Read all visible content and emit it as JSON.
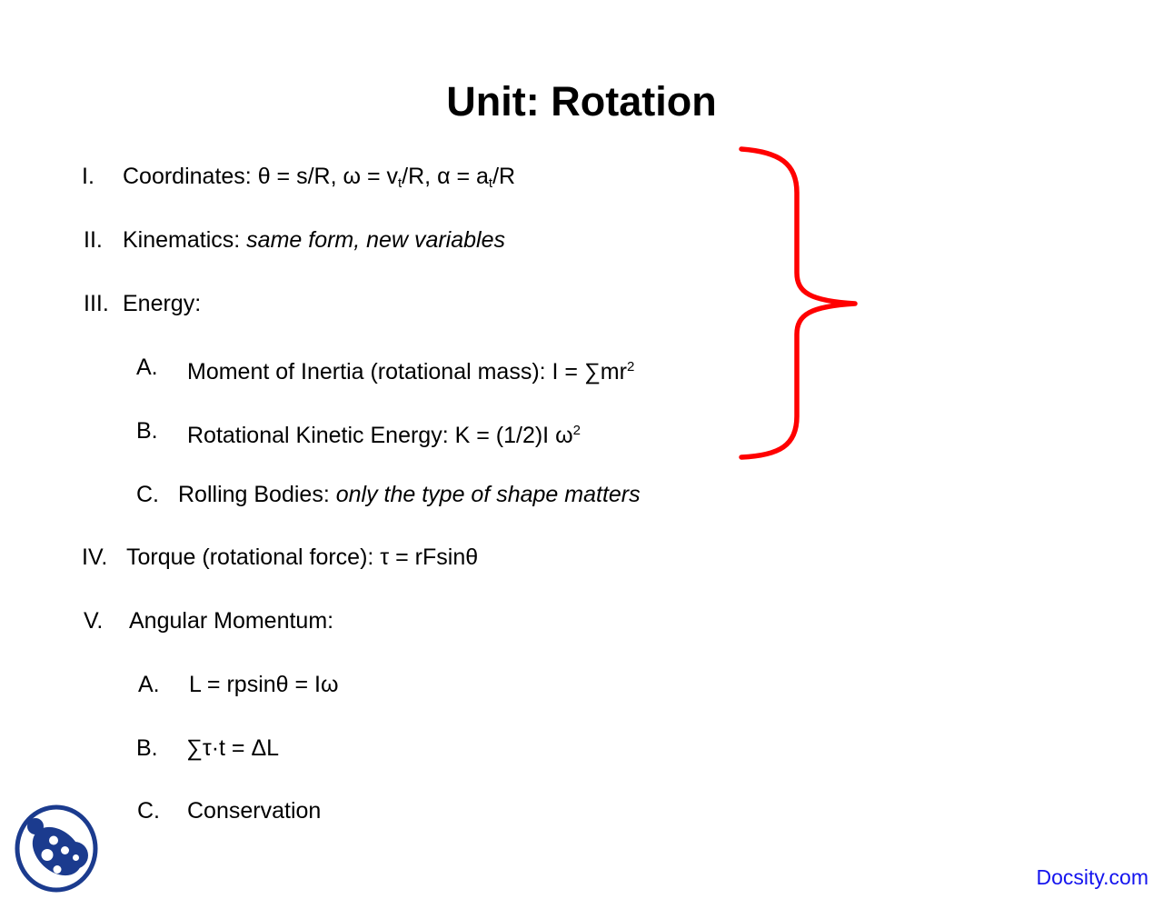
{
  "title": "Unit: Rotation",
  "outline": {
    "items": [
      {
        "label": "I.",
        "seg": [
          "Coordinates: θ = s/R, ω = v",
          "t",
          "/R, α = a",
          "t",
          "/R"
        ]
      },
      {
        "label": "II.",
        "seg": [
          "Kinematics: ",
          "same form, new variables"
        ]
      },
      {
        "label": "III.",
        "seg": [
          "Energy:"
        ]
      },
      {
        "label": "A.",
        "seg": [
          "Moment of Inertia (rotational mass): I = ∑mr",
          "2"
        ]
      },
      {
        "label": "B.",
        "seg": [
          "Rotational Kinetic Energy: K = (1/2)I ω",
          "2"
        ]
      },
      {
        "label": "C.",
        "seg": [
          "Rolling Bodies: ",
          "only the type of shape matters"
        ]
      },
      {
        "label": "IV.",
        "seg": [
          "Torque (rotational force): τ = rFsinθ"
        ]
      },
      {
        "label": "V.",
        "seg": [
          "Angular Momentum:"
        ]
      },
      {
        "label": "A.",
        "seg": [
          "L = rpsinθ = Iω"
        ]
      },
      {
        "label": "B.",
        "seg": [
          "∑τ·t = ΔL"
        ]
      },
      {
        "label": "C.",
        "seg": [
          "Conservation"
        ]
      }
    ]
  },
  "annotation": {
    "type": "right-curly-brace"
  },
  "footer": {
    "link_text": "Docsity.com"
  },
  "colors": {
    "text": "#000000",
    "background": "#ffffff",
    "brace": "#ff0000",
    "logo_blue": "#1b3b8e",
    "logo_dot": "#ffffff",
    "link_blue": "#1414ee"
  }
}
